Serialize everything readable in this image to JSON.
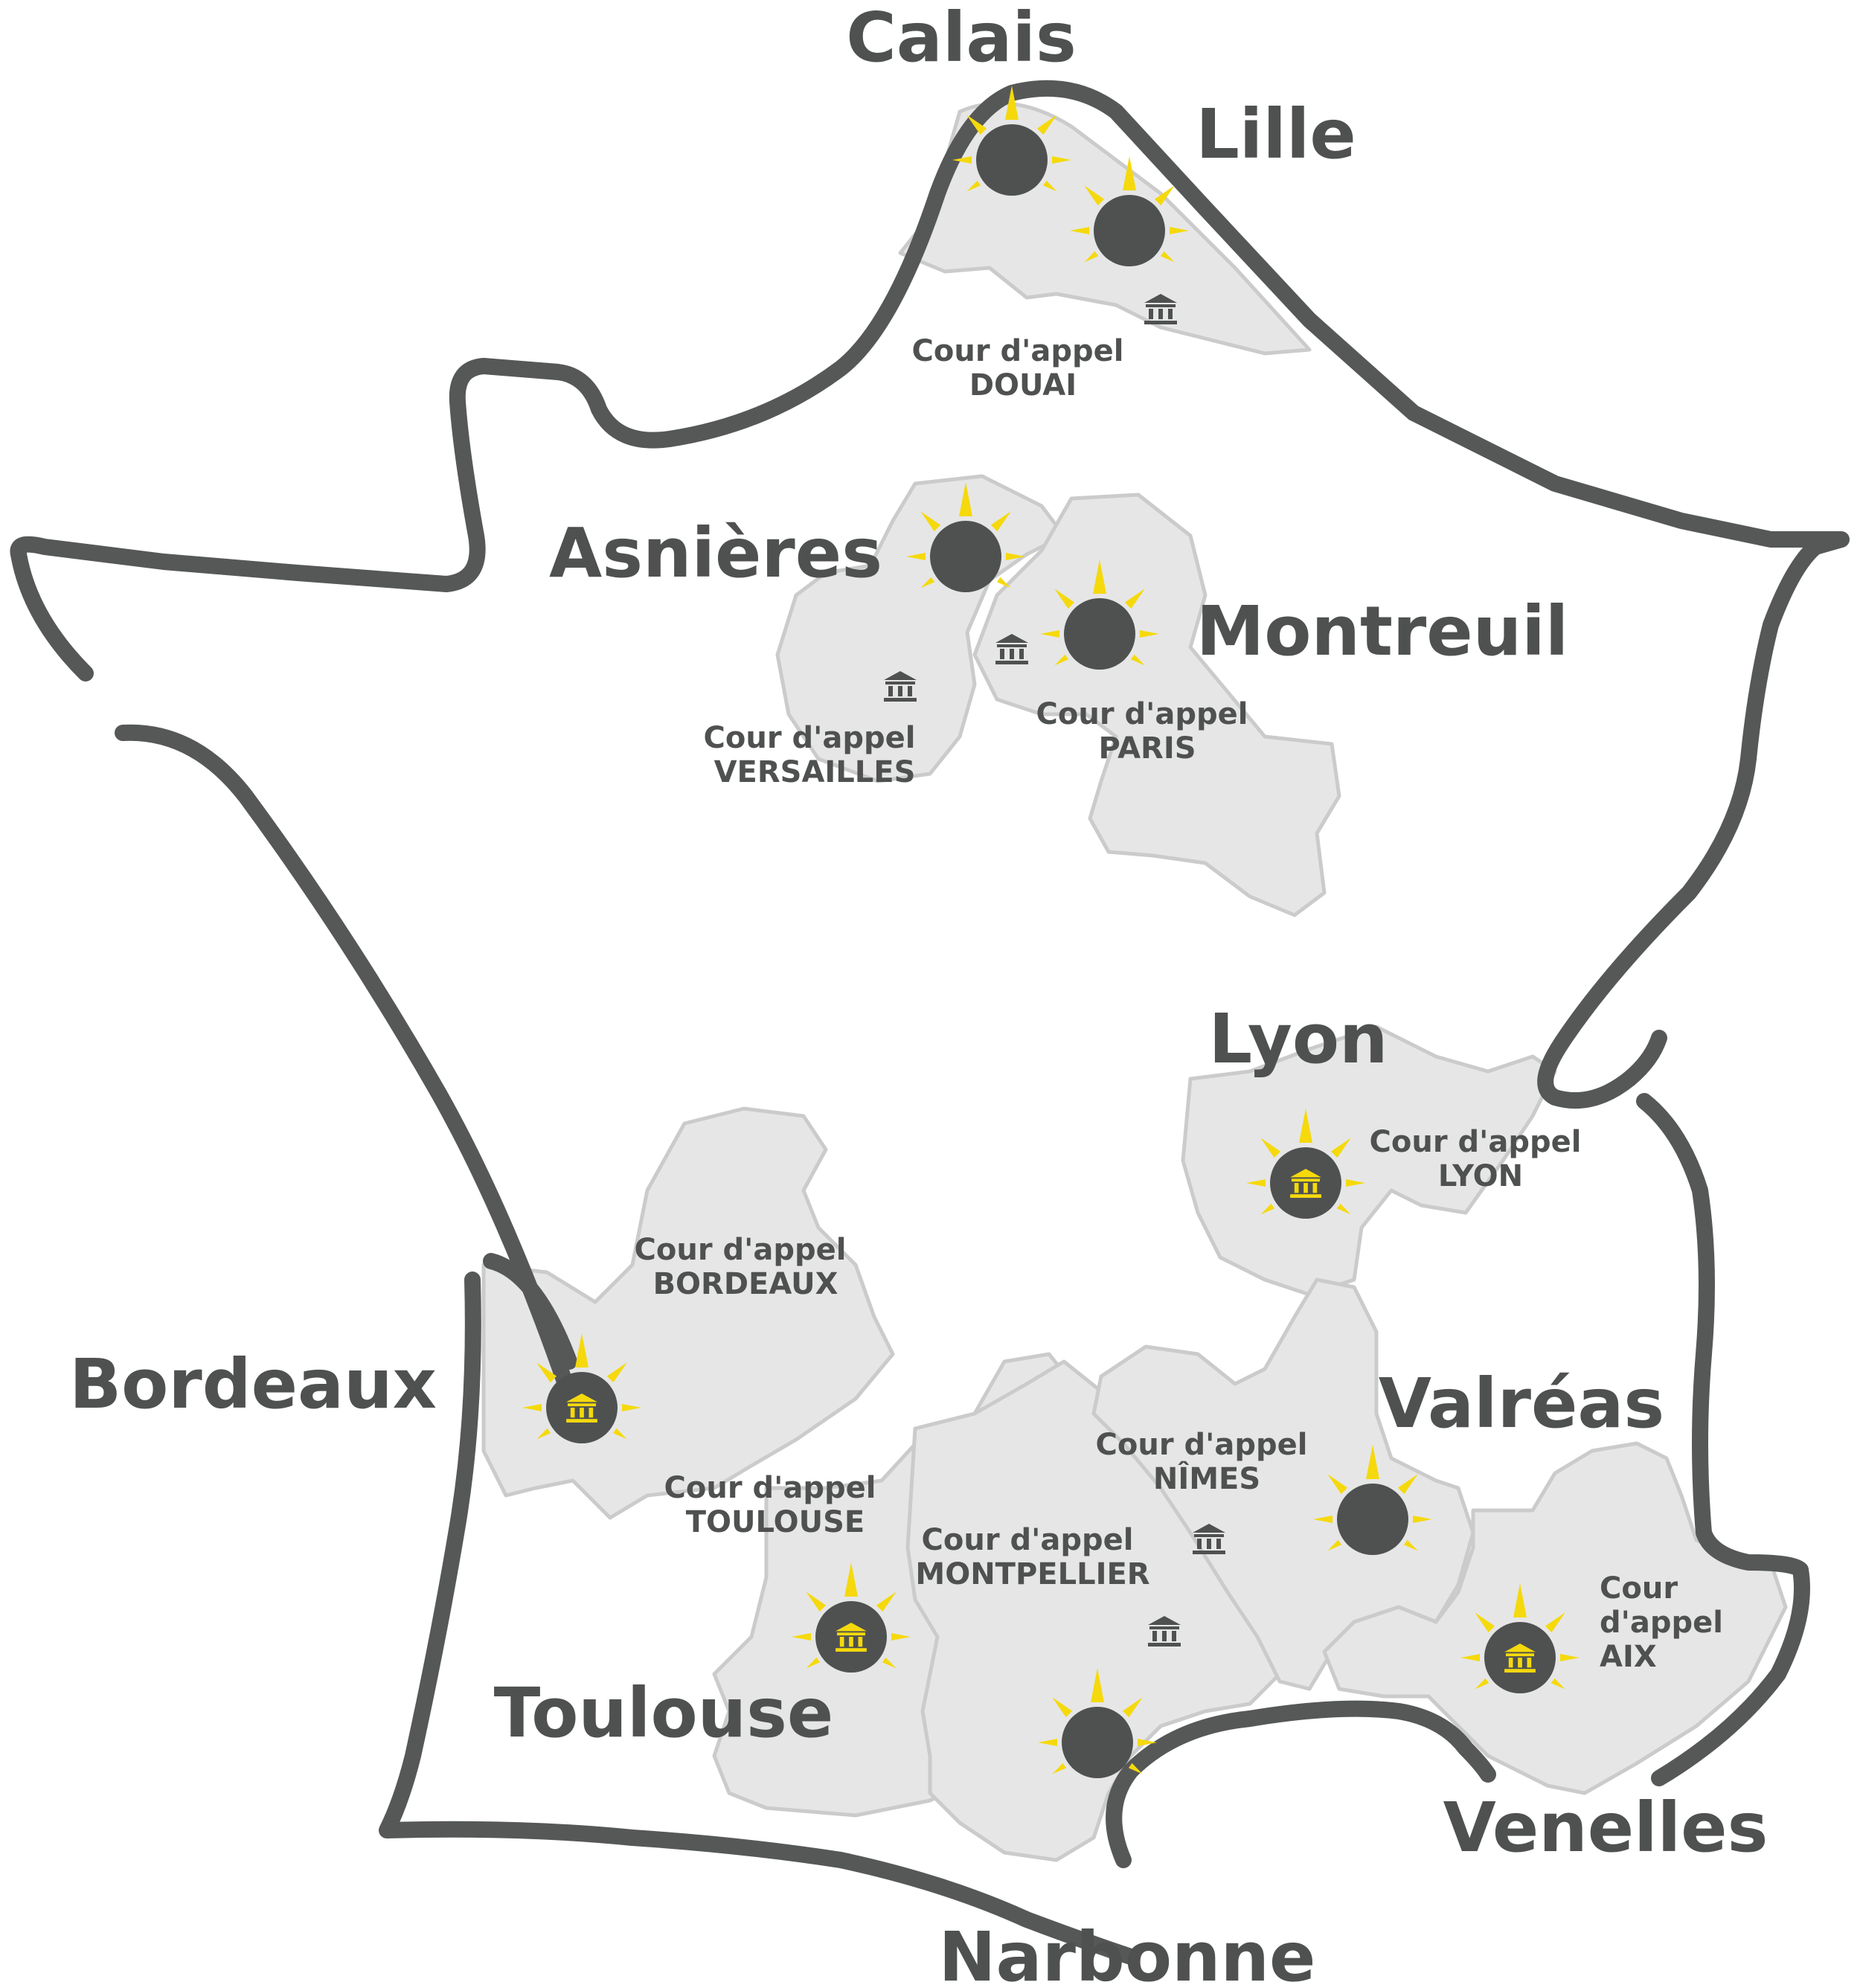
{
  "theme": {
    "outline_color": "#565858",
    "region_fill": "#e6e6e6",
    "region_stroke": "#cbcbcb",
    "office_dot_color": "#4f5151",
    "ray_color": "#f5d90c",
    "text_color": "#4f5151"
  },
  "icons": {
    "office": "sun-dot-icon",
    "court": "courthouse-icon"
  },
  "cities": [
    {
      "id": "calais",
      "label": "Calais"
    },
    {
      "id": "lille",
      "label": "Lille"
    },
    {
      "id": "asnieres",
      "label": "Asnières"
    },
    {
      "id": "montreuil",
      "label": "Montreuil"
    },
    {
      "id": "lyon",
      "label": "Lyon"
    },
    {
      "id": "bordeaux",
      "label": "Bordeaux"
    },
    {
      "id": "valreas",
      "label": "Valréas"
    },
    {
      "id": "toulouse",
      "label": "Toulouse"
    },
    {
      "id": "venelles",
      "label": "Venelles"
    },
    {
      "id": "narbonne",
      "label": "Narbonne"
    }
  ],
  "courts": [
    {
      "id": "douai",
      "lines": [
        "Cour d'appel",
        "DOUAI"
      ]
    },
    {
      "id": "versailles",
      "lines": [
        "Cour d'appel",
        "VERSAILLES"
      ]
    },
    {
      "id": "paris",
      "lines": [
        "Cour d'appel",
        "PARIS"
      ]
    },
    {
      "id": "lyon",
      "lines": [
        "Cour d'appel",
        "LYON"
      ]
    },
    {
      "id": "bordeaux",
      "lines": [
        "Cour d'appel",
        "BORDEAUX"
      ]
    },
    {
      "id": "toulouse",
      "lines": [
        "Cour d'appel",
        "TOULOUSE"
      ]
    },
    {
      "id": "nimes",
      "lines": [
        "Cour d'appel",
        "NÎMES"
      ]
    },
    {
      "id": "montpellier",
      "lines": [
        "Cour d'appel",
        "MONTPELLIER"
      ]
    },
    {
      "id": "aix",
      "lines": [
        "Cour",
        "d'appel",
        "AIX"
      ]
    }
  ]
}
